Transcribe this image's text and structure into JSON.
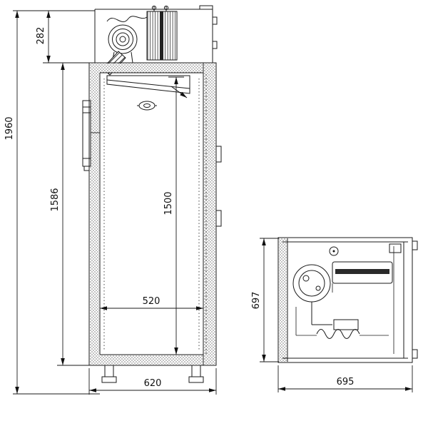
{
  "drawing": {
    "front_view": {
      "overall_height": "1960",
      "machinery_height": "282",
      "body_height": "1586",
      "interior_height": "1500",
      "interior_width": "520",
      "overall_width": "620"
    },
    "top_view": {
      "overall_depth": "697",
      "overall_width": "695"
    }
  }
}
